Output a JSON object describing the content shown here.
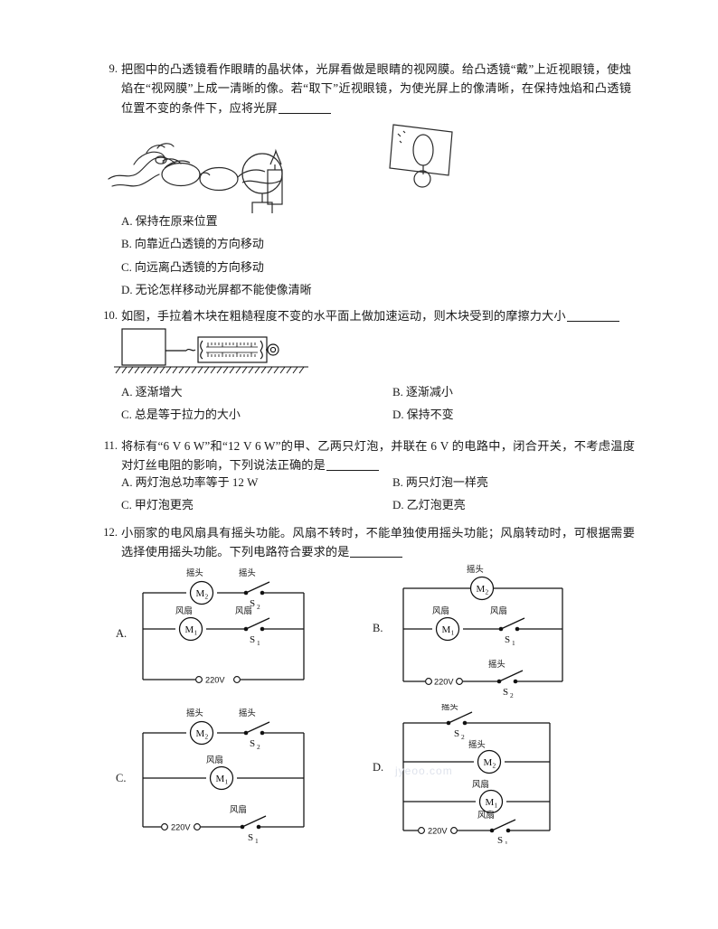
{
  "document": {
    "type": "physics-exam-page",
    "language": "zh-CN"
  },
  "questions": [
    {
      "number": "9.",
      "stem": "把图中的凸透镜看作眼睛的晶状体，光屏看做是眼睛的视网膜。给凸透镜“戴”上近视眼镜，使烛焰在“视网膜”上成一清晰的像。若“取下”近视眼镜，为使光屏上的像清晰，在保持烛焰和凸透镜位置不变的条件下，应将光屏",
      "options": [
        {
          "label": "A.",
          "text": "保持在原来位置"
        },
        {
          "label": "B.",
          "text": "向靠近凸透镜的方向移动"
        },
        {
          "label": "C.",
          "text": "向远离凸透镜的方向移动"
        },
        {
          "label": "D.",
          "text": "无论怎样移动光屏都不能使像清晰"
        }
      ],
      "figure": "hand-holding-glasses-candle-lens-screen-sketch"
    },
    {
      "number": "10.",
      "stem": "如图，手拉着木块在粗糙程度不变的水平面上做加速运动，则木块受到的摩擦力大小",
      "options": [
        {
          "label": "A.",
          "text": "逐渐增大"
        },
        {
          "label": "B.",
          "text": "逐渐减小"
        },
        {
          "label": "C.",
          "text": "总是等于拉力的大小"
        },
        {
          "label": "D.",
          "text": "保持不变"
        }
      ],
      "figure": "block-on-hatched-ground-pulled-by-spring-scale"
    },
    {
      "number": "11.",
      "stem": "将标有“6 V  6 W”和“12 V  6 W”的甲、乙两只灯泡，并联在 6 V 的电路中，闭合开关，不考虑温度对灯丝电阻的影响，下列说法正确的是",
      "options": [
        {
          "label": "A.",
          "text": "两灯泡总功率等于 12 W"
        },
        {
          "label": "B.",
          "text": "两只灯泡一样亮"
        },
        {
          "label": "C.",
          "text": "甲灯泡更亮"
        },
        {
          "label": "D.",
          "text": "乙灯泡更亮"
        }
      ]
    },
    {
      "number": "12.",
      "stem": "小丽家的电风扇具有摇头功能。风扇不转时，不能单独使用摇头功能；风扇转动时，可根据需要选择使用摇头功能。下列电路符合要求的是",
      "options": []
    }
  ],
  "circuit_labels": {
    "shake": "摇头",
    "fan": "风扇",
    "motor2": "M",
    "motor2_sub": "2",
    "motor1": "M",
    "motor1_sub": "1",
    "switch2": "S",
    "switch2_sub": "2",
    "switch1": "S",
    "switch1_sub": "1",
    "supply": "220V"
  },
  "circuits": [
    {
      "option": "A.",
      "rows": [
        {
          "components": [
            "摇头 M2",
            "摇头 S2"
          ]
        },
        {
          "components": [
            "风扇 M1",
            "风扇 S1"
          ]
        }
      ],
      "bottom": "220V"
    },
    {
      "option": "B.",
      "rows": [
        {
          "components": [
            "摇头 M2"
          ]
        },
        {
          "components": [
            "风扇 M1",
            "风扇 S1"
          ]
        }
      ],
      "bottom": "220V 摇头 S2"
    },
    {
      "option": "C.",
      "rows": [
        {
          "components": [
            "摇头 M2",
            "摇头 S2"
          ]
        },
        {
          "components": [
            "风扇 M1"
          ]
        }
      ],
      "bottom": "220V 风扇 S1"
    },
    {
      "option": "D.",
      "rows": [
        {
          "components": [
            "摇头 S2"
          ]
        },
        {
          "components": [
            "摇头 M2"
          ]
        },
        {
          "components": [
            "风扇 M1"
          ]
        }
      ],
      "bottom": "220V 风扇 S1"
    }
  ],
  "watermark": {
    "text": "jyeoo.com"
  },
  "colors": {
    "ink": "#1a1a1a",
    "paper": "#ffffff",
    "watermark": "#dfe3ec"
  }
}
